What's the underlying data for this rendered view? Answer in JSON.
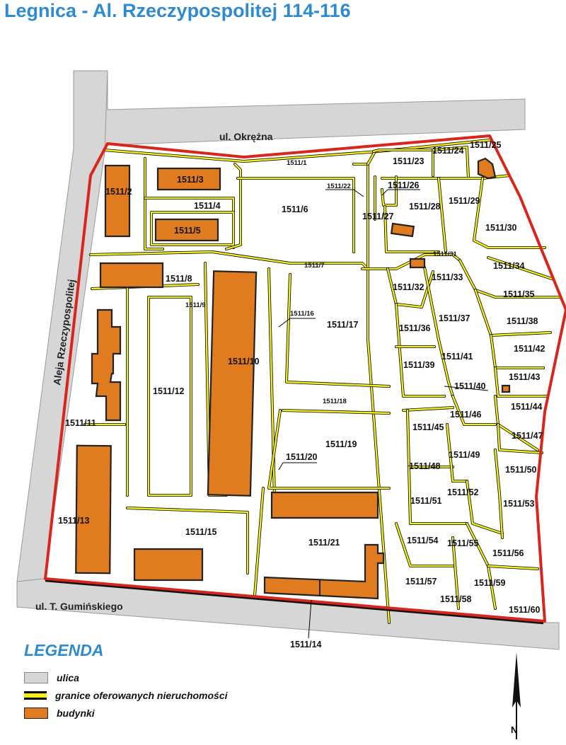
{
  "title": "Legnica - Al. Rzeczypospolitej 114-116",
  "streets": {
    "okrezna": "ul.  Okrężna",
    "aleja": "Aleja Rzeczypospolitej",
    "guminskiego": "ul. T. Gumińskiego"
  },
  "parcels": [
    {
      "id": "p1",
      "label": "1511/1",
      "small": true
    },
    {
      "id": "p2",
      "label": "1511/2"
    },
    {
      "id": "p3",
      "label": "1511/3"
    },
    {
      "id": "p4",
      "label": "1511/4"
    },
    {
      "id": "p5",
      "label": "1511/5"
    },
    {
      "id": "p6",
      "label": "1511/6"
    },
    {
      "id": "p7",
      "label": "1511/7",
      "small": true
    },
    {
      "id": "p8",
      "label": "1511/8"
    },
    {
      "id": "p9",
      "label": "1511/9",
      "small": true
    },
    {
      "id": "p10",
      "label": "1511/10"
    },
    {
      "id": "p11",
      "label": "1511/11"
    },
    {
      "id": "p12",
      "label": "1511/12"
    },
    {
      "id": "p13",
      "label": "1511/13"
    },
    {
      "id": "p14",
      "label": "1511/14"
    },
    {
      "id": "p15",
      "label": "1511/15"
    },
    {
      "id": "p16",
      "label": "1511/16",
      "small": true
    },
    {
      "id": "p17",
      "label": "1511/17"
    },
    {
      "id": "p18",
      "label": "1511/18",
      "small": true
    },
    {
      "id": "p19",
      "label": "1511/19"
    },
    {
      "id": "p20",
      "label": "1511/20"
    },
    {
      "id": "p21",
      "label": "1511/21"
    },
    {
      "id": "p22",
      "label": "1511/22",
      "small": true
    },
    {
      "id": "p23",
      "label": "1511/23"
    },
    {
      "id": "p24",
      "label": "1511/24"
    },
    {
      "id": "p25",
      "label": "1511/25"
    },
    {
      "id": "p26",
      "label": "1511/26"
    },
    {
      "id": "p27",
      "label": "1511/27"
    },
    {
      "id": "p28",
      "label": "1511/28"
    },
    {
      "id": "p29",
      "label": "1511/29"
    },
    {
      "id": "p30",
      "label": "1511/30"
    },
    {
      "id": "p31",
      "label": "1511/31",
      "small": true
    },
    {
      "id": "p32",
      "label": "1511/32"
    },
    {
      "id": "p33",
      "label": "1511/33"
    },
    {
      "id": "p34",
      "label": "1511/34"
    },
    {
      "id": "p35",
      "label": "1511/35"
    },
    {
      "id": "p36",
      "label": "1511/36"
    },
    {
      "id": "p37",
      "label": "1511/37"
    },
    {
      "id": "p38",
      "label": "1511/38"
    },
    {
      "id": "p39",
      "label": "1511/39"
    },
    {
      "id": "p40",
      "label": "1511/40"
    },
    {
      "id": "p41",
      "label": "1511/41"
    },
    {
      "id": "p42",
      "label": "1511/42"
    },
    {
      "id": "p43",
      "label": "1511/43"
    },
    {
      "id": "p44",
      "label": "1511/44"
    },
    {
      "id": "p45",
      "label": "1511/45"
    },
    {
      "id": "p46",
      "label": "1511/46"
    },
    {
      "id": "p47",
      "label": "1511/47"
    },
    {
      "id": "p48",
      "label": "1511/48"
    },
    {
      "id": "p49",
      "label": "1511/49"
    },
    {
      "id": "p50",
      "label": "1511/50"
    },
    {
      "id": "p51",
      "label": "1511/51"
    },
    {
      "id": "p52",
      "label": "1511/52"
    },
    {
      "id": "p53",
      "label": "1511/53"
    },
    {
      "id": "p54",
      "label": "1511/54"
    },
    {
      "id": "p55",
      "label": "1511/55"
    },
    {
      "id": "p56",
      "label": "1511/56"
    },
    {
      "id": "p57",
      "label": "1511/57"
    },
    {
      "id": "p58",
      "label": "1511/58"
    },
    {
      "id": "p59",
      "label": "1511/59"
    },
    {
      "id": "p60",
      "label": "1511/60"
    }
  ],
  "legend": {
    "title": "LEGENDA",
    "items": [
      {
        "label": "ulica",
        "color": "#d6d6d6"
      },
      {
        "label": "granice oferowanych nieruchomości",
        "color": "#f4ef1c"
      },
      {
        "label": "budynki",
        "color": "#e07b1f"
      }
    ]
  },
  "north_label": "N",
  "colors": {
    "title": "#2f8bd0",
    "boundary": "#d8261c",
    "parcel_line": "#f4ef1c",
    "building": "#e07b1f",
    "street": "#d6d6d6"
  }
}
